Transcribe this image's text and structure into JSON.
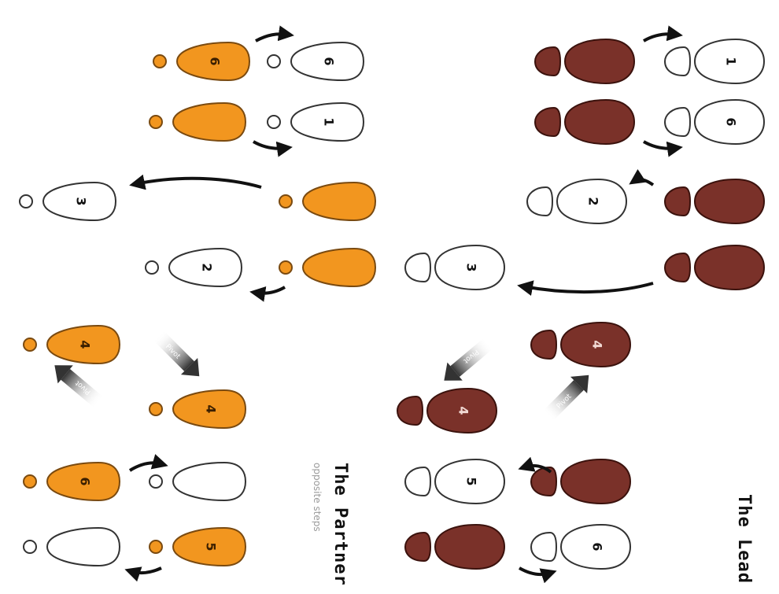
{
  "colors": {
    "partner": "#f2961f",
    "lead": "#7a3129",
    "outline": "#333333",
    "arrow": "#111111"
  },
  "labels": {
    "partner_title": "The Partner",
    "partner_sub": "opposite steps",
    "lead_title": "The Lead",
    "pivot": "Pivot"
  },
  "partner": {
    "groups": [
      {
        "steps": [
          {
            "n": "6",
            "filled": true
          },
          {
            "n": "1",
            "filled": false
          }
        ]
      },
      {
        "steps": [
          {
            "n": "2",
            "filled": false
          },
          {
            "n": "3",
            "filled": false
          }
        ]
      },
      {
        "steps": [
          {
            "n": "4",
            "filled": true
          },
          {
            "n": "4",
            "filled": true
          }
        ]
      },
      {
        "steps": [
          {
            "n": "6",
            "filled": true
          },
          {
            "n": "5",
            "filled": true
          }
        ]
      }
    ]
  },
  "lead": {
    "groups": [
      {
        "steps": [
          {
            "n": "1",
            "filled": false
          },
          {
            "n": "6",
            "filled": false
          }
        ]
      },
      {
        "steps": [
          {
            "n": "2",
            "filled": false
          },
          {
            "n": "3",
            "filled": false
          }
        ]
      },
      {
        "steps": [
          {
            "n": "4",
            "filled": true
          },
          {
            "n": "4",
            "filled": true
          }
        ]
      },
      {
        "steps": [
          {
            "n": "5",
            "filled": false
          },
          {
            "n": "6",
            "filled": false
          }
        ]
      }
    ]
  }
}
